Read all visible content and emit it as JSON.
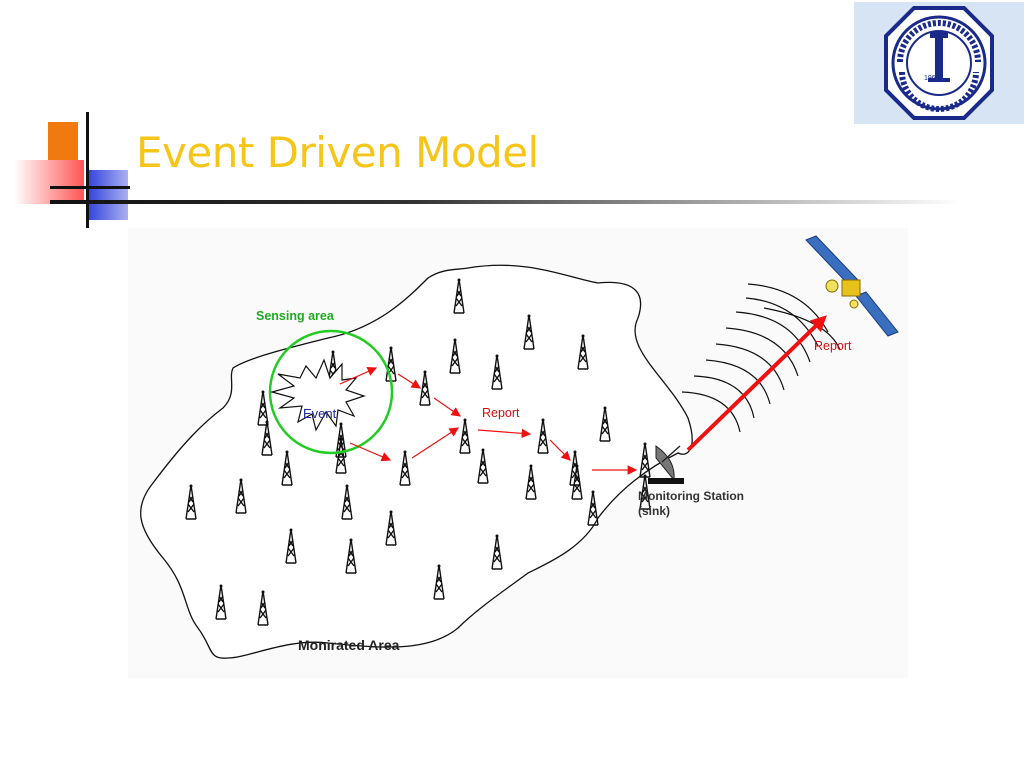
{
  "slide": {
    "title": "Event Driven Model"
  },
  "logo": {
    "icon": "university-seal-icon",
    "year": "1963"
  },
  "diagram": {
    "sensing_area_label": "Sensing area",
    "event_label": "Event",
    "report_label_center": "Report",
    "report_label_satellite": "Report",
    "station_label_line1": "Monitoring Station",
    "station_label_line2": "(sink)",
    "area_label": "Monirated Area",
    "colors": {
      "sensing_circle": "#22cc22",
      "sensing_text": "#22aa22",
      "arrows": "#ee1111",
      "event_text": "#1a2a9a",
      "title": "#f5c518"
    }
  }
}
